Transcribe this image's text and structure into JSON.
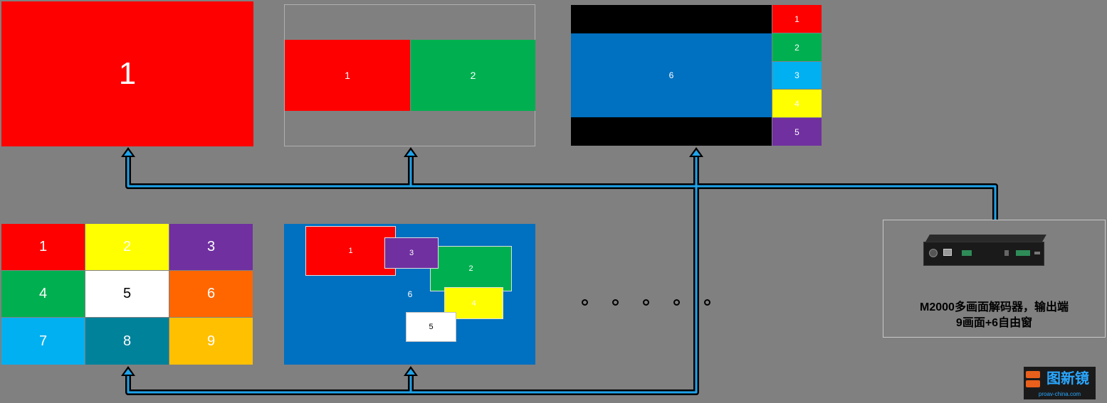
{
  "colors": {
    "red": "#ff0000",
    "green": "#00b050",
    "blue": "#0070c0",
    "cyan": "#00b0f0",
    "yellow": "#ffff00",
    "purple": "#7030a0",
    "orange": "#ff6600",
    "teal": "#00829b",
    "amber": "#ffc000",
    "white": "#ffffff",
    "black": "#000000",
    "background": "#808080",
    "wire": "#1fa3ea"
  },
  "layouts": {
    "single": {
      "w1": "1"
    },
    "dual": {
      "w1": "1",
      "w2": "2"
    },
    "main_plus_five": {
      "main": "6",
      "s1": "1",
      "s2": "2",
      "s3": "3",
      "s4": "4",
      "s5": "5"
    },
    "nine_grid": [
      "1",
      "2",
      "3",
      "4",
      "5",
      "6",
      "7",
      "8",
      "9"
    ],
    "free_windows": {
      "bg": "6",
      "w1": "1",
      "w2": "2",
      "w3": "3",
      "w4": "4",
      "w5": "5"
    }
  },
  "device": {
    "name": "M2000 multi-picture decoder",
    "caption_line1": "M2000多画面解码器，输出端",
    "caption_line2": "9画面+6自由窗"
  },
  "logo": {
    "text": "图新镜",
    "sub": "proav-china.com"
  }
}
